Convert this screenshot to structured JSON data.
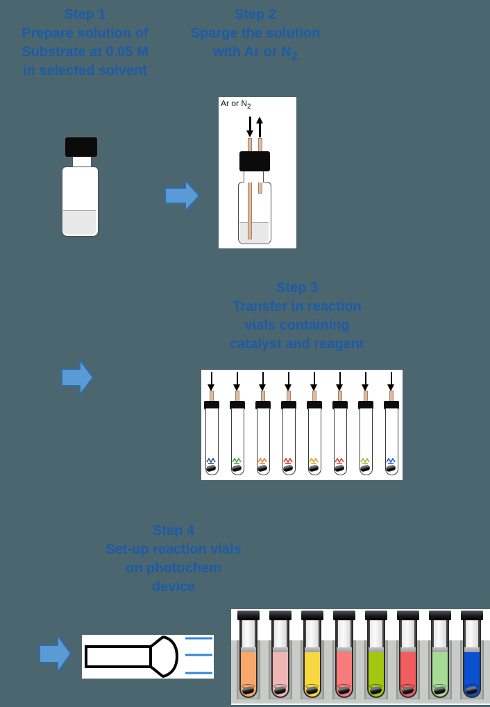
{
  "canvas": {
    "background": "#4C666F"
  },
  "text_color": "#1A5CA8",
  "flow_arrow": {
    "fill": "#5B9BD5",
    "stroke": "#2F6DA8"
  },
  "steps": [
    {
      "title": "Step 1",
      "lines": [
        "Prepare solution of",
        "Substrate at 0.05 M",
        "in selected solvent"
      ]
    },
    {
      "title": "Step 2",
      "lines": [
        "Sparge the solution"
      ],
      "line_with_sub": {
        "pre": "with Ar or N",
        "sub": "2"
      }
    },
    {
      "title": "Step 3",
      "lines": [
        "Transfer in reaction",
        "vials containing",
        "catalyst and reagent"
      ]
    },
    {
      "title": "Step 4",
      "lines": [
        "Set-up reaction vials",
        "on photochem",
        "device"
      ]
    }
  ],
  "sparge_panel": {
    "gas_label": {
      "pre": "Ar or N",
      "sub": "2"
    }
  },
  "transfer_panel": {
    "vial_count": 8,
    "molecule_colors": [
      "#1F4E9C",
      "#3FA33F",
      "#E8842C",
      "#D93025",
      "#D9A321",
      "#D94A2B",
      "#9DBB2D",
      "#2458C8"
    ]
  },
  "photoreactor_panel": {
    "vial_count": 8,
    "liquid_colors": [
      "#F9A869",
      "#EFB6B6",
      "#F8D840",
      "#F97B7B",
      "#A2C811",
      "#F25C5C",
      "#A8DB96",
      "#0B50D0"
    ],
    "holder_color": "#C9CBC9",
    "ray_color": "#2E86DE"
  }
}
